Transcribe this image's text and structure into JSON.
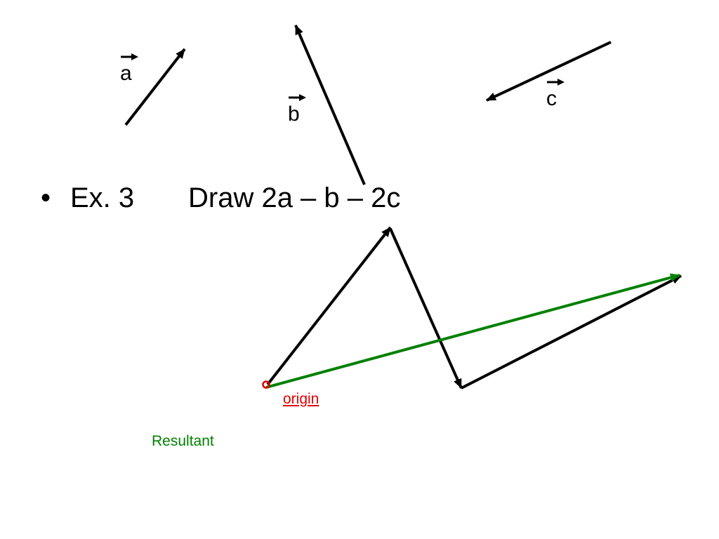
{
  "labels": {
    "a": "a",
    "b": "b",
    "c": "c"
  },
  "bullet": {
    "marker": "•",
    "example": "Ex. 3",
    "instruction": "Draw 2a – b – 2c"
  },
  "origin_label": "origin",
  "resultant_label": "Resultant",
  "colors": {
    "vector": "#000000",
    "resultant": "#008000",
    "origin": "#e00000"
  }
}
